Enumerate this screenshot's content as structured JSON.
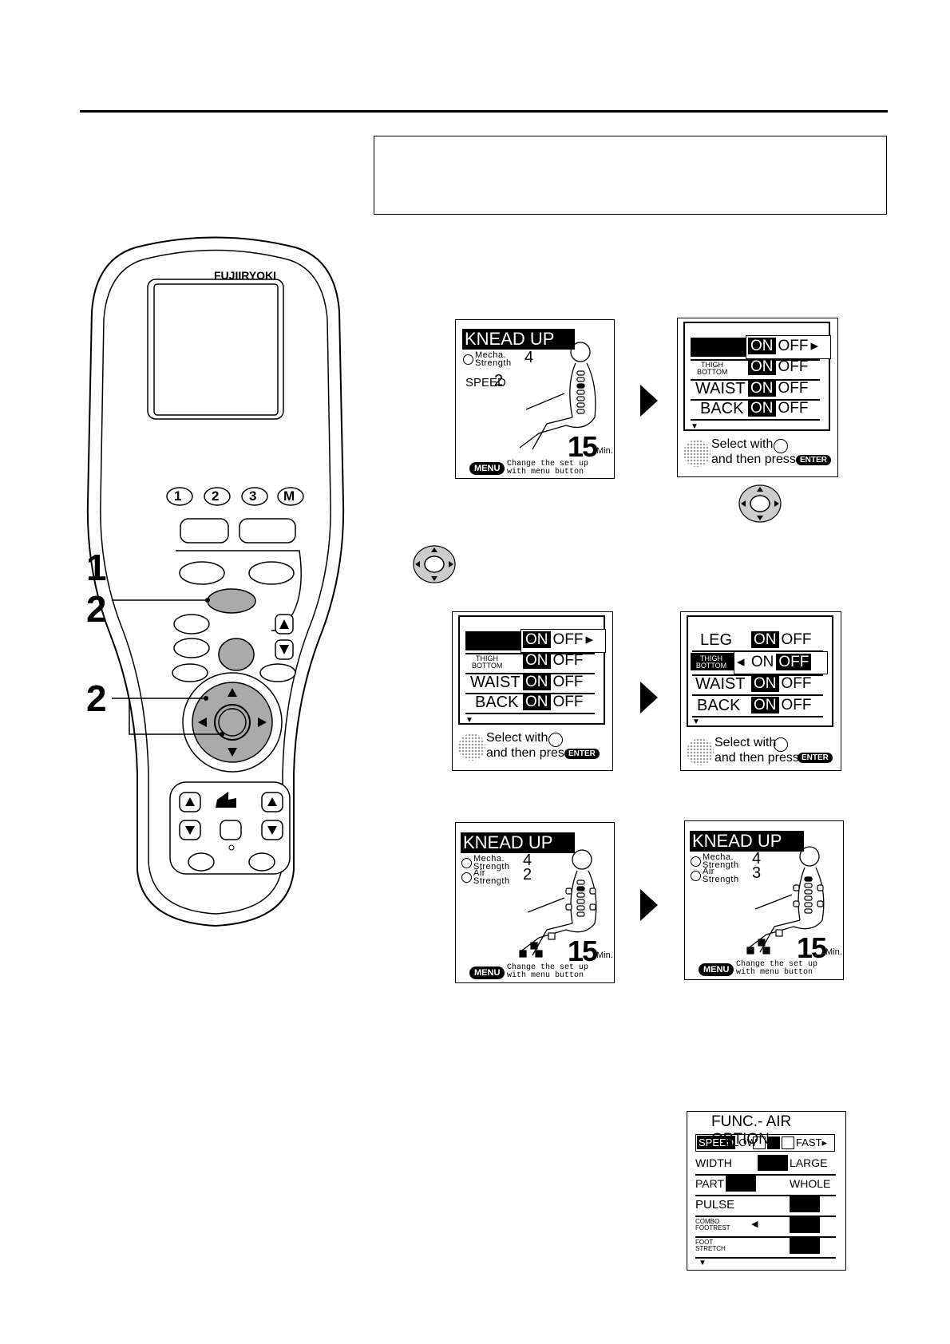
{
  "brand": "FUJIIRYOKI",
  "callouts": {
    "step1": "1",
    "step2a": "2",
    "step2b": "2"
  },
  "remote": {
    "mem_buttons": [
      "1",
      "2",
      "3",
      "M"
    ]
  },
  "screens": {
    "s1": {
      "title": "KNEAD UP",
      "mecha": "Mecha.",
      "strength": "Strength",
      "mecha_value": "4",
      "speed_label": "SPEED",
      "speed_value": "2",
      "time": "15",
      "min": "Min.",
      "menu": "MENU",
      "hint1": "Change the set up",
      "hint2": "with menu button"
    },
    "s2": {
      "rows": [
        {
          "label": "",
          "on": "ON",
          "off": "OFF"
        },
        {
          "label": "THIGH BOTTOM",
          "on": "ON",
          "off": "OFF"
        },
        {
          "label": "WAIST",
          "on": "ON",
          "off": "OFF"
        },
        {
          "label": "BACK",
          "on": "ON",
          "off": "OFF"
        }
      ],
      "select1": "Select with",
      "select2": "and then press",
      "enter": "ENTER"
    },
    "s3": {
      "rows": [
        {
          "label": "",
          "on": "ON",
          "off": "OFF"
        },
        {
          "label": "THIGH BOTTOM",
          "on": "ON",
          "off": "OFF"
        },
        {
          "label": "WAIST",
          "on": "ON",
          "off": "OFF"
        },
        {
          "label": "BACK",
          "on": "ON",
          "off": "OFF"
        }
      ],
      "select1": "Select with",
      "select2": "and then press",
      "enter": "ENTER"
    },
    "s4": {
      "rows": [
        {
          "label": "LEG",
          "on": "ON",
          "off": "OFF"
        },
        {
          "label": "THIGH BOTTOM",
          "on": "ON",
          "off": "OFF"
        },
        {
          "label": "WAIST",
          "on": "ON",
          "off": "OFF"
        },
        {
          "label": "BACK",
          "on": "ON",
          "off": "OFF"
        }
      ],
      "select1": "Select with",
      "select2": "and then press",
      "enter": "ENTER"
    },
    "s5": {
      "title": "KNEAD UP",
      "mecha": "Mecha.",
      "strength": "Strength",
      "mecha_value": "4",
      "air": "Air",
      "air_strength": "Strength",
      "air_value": "2",
      "time": "15",
      "min": "Min.",
      "menu": "MENU",
      "hint1": "Change the set up",
      "hint2": "with menu button"
    },
    "s6": {
      "title": "KNEAD UP",
      "mecha": "Mecha.",
      "strength": "Strength",
      "mecha_value": "4",
      "air": "Air",
      "air_strength": "Strength",
      "air_value": "3",
      "time": "15",
      "min": "Min.",
      "menu": "MENU",
      "hint1": "Change the set up",
      "hint2": "with menu button"
    },
    "s7": {
      "title": "FUNC.- AIR OPTION",
      "speed": "SPEED",
      "slow": "SLOW",
      "fast": "FAST",
      "width": "WIDTH",
      "large": "LARGE",
      "part": "PART",
      "whole": "WHOLE",
      "pulse": "PULSE",
      "combo": "COMBO",
      "footrest": "FOOTREST",
      "foot": "FOOT",
      "stretch": "STRETCH"
    }
  }
}
